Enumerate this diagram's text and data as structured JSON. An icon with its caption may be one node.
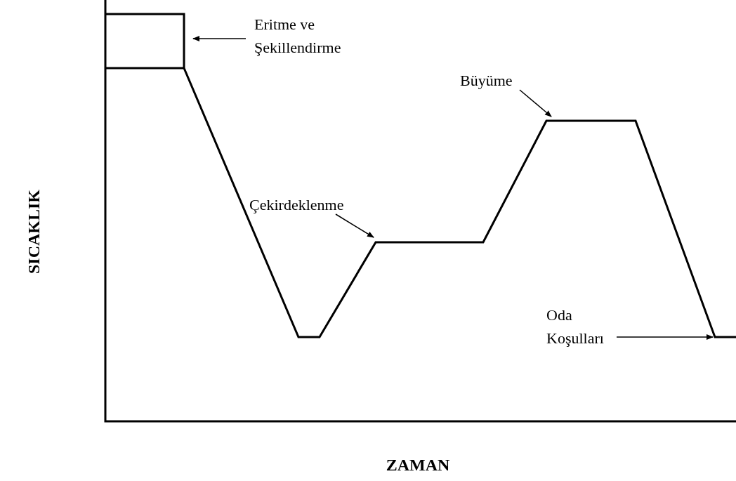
{
  "diagram": {
    "nodes": [
      {
        "text": [
          "Eritme ve Şekillendirme"
        ]
      },
      {
        "text": [
          "Büyüme"
        ]
      },
      {
        "text": [
          "Çekirdeklenme"
        ]
      },
      {
        "text": [
          "Oda Koşulları"
        ]
      }
    ],
    "edges": [
      {
        "from": 0,
        "to": null,
        "arrow": "to"
      },
      {
        "from": 1,
        "to": null,
        "arrow": "to"
      },
      {
        "from": 2,
        "to": null,
        "arrow": "to"
      },
      {
        "from": 3,
        "to": null,
        "arrow": "to"
      }
    ],
    "labels": [
      "SICAKLIK",
      "ZAMAN"
    ]
  }
}
